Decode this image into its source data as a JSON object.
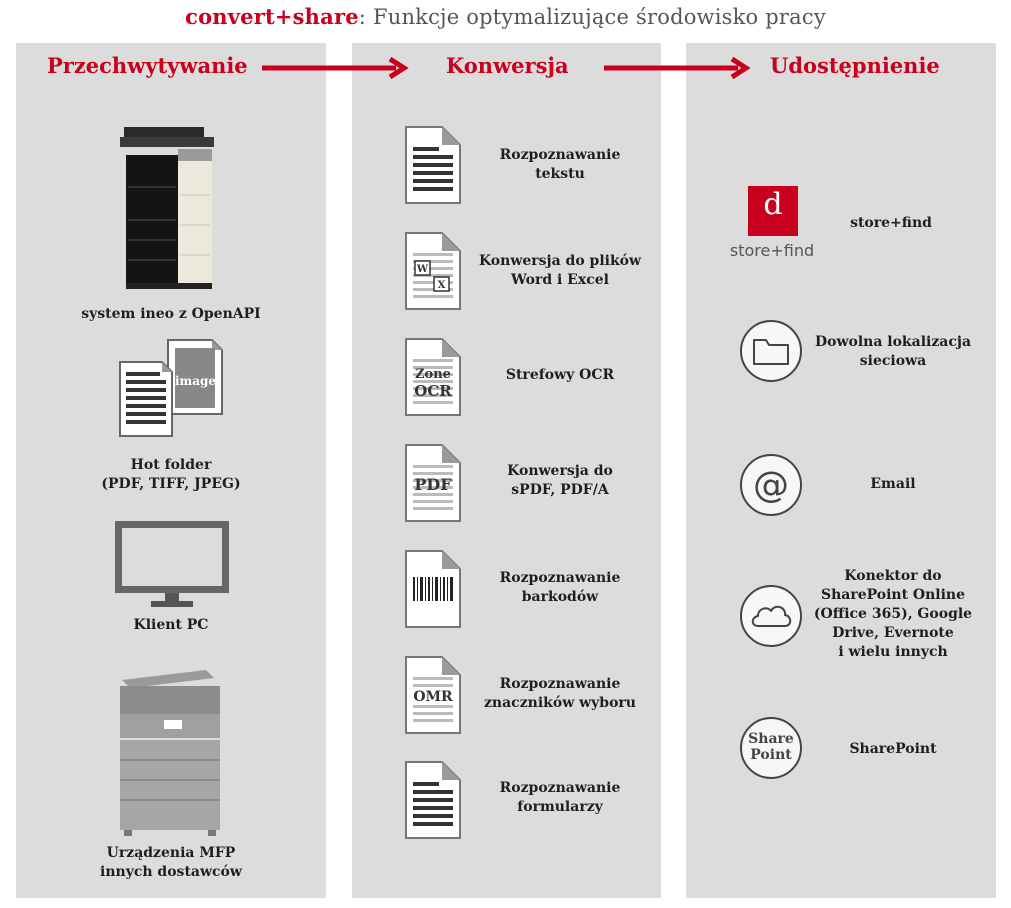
{
  "title": {
    "brand": "convert+share",
    "sep": ":",
    "rest": " Funkcje optymalizujące środowisko pracy"
  },
  "columns": {
    "capture": {
      "header": "Przechwytywanie"
    },
    "convert": {
      "header": "Konwersja"
    },
    "share": {
      "header": "Udostępnienie"
    }
  },
  "capture_items": {
    "ineo": "system ineo z OpenAPI",
    "hotfolder_l1": "Hot folder",
    "hotfolder_l2": "(PDF, TIFF, JPEG)",
    "image_word": "image",
    "pc": "Klient PC",
    "mfp_l1": "Urządzenia MFP",
    "mfp_l2": "innych dostawców"
  },
  "convert_items": {
    "ocr_l1": "Rozpoznawanie",
    "ocr_l2": "tekstu",
    "word_l1": "Konwersja do plików",
    "word_l2": "Word i Excel",
    "zone": "Strefowy OCR",
    "zone_w1": "Zone",
    "zone_w2": "OCR",
    "pdf_l1": "Konwersja do",
    "pdf_l2": "sPDF, PDF/A",
    "pdf_w": "PDF",
    "bar_l1": "Rozpoznawanie",
    "bar_l2": "barkodów",
    "omr_l1": "Rozpoznawanie",
    "omr_l2": "znaczników wyboru",
    "omr_w": "OMR",
    "form_l1": "Rozpoznawanie",
    "form_l2": "formularzy"
  },
  "share_items": {
    "logo_letter": "d",
    "logo_text": "store+find",
    "storefind": "store+find",
    "network_l1": "Dowolna lokalizacja",
    "network_l2": "sieciowa",
    "email": "Email",
    "connector": [
      "Konektor do",
      "SharePoint Online",
      "(Office 365), Google",
      "Drive, Evernote",
      "i wielu innych"
    ],
    "sp_w1": "Share",
    "sp_w2": "Point",
    "sharepoint": "SharePoint"
  },
  "colors": {
    "accent": "#c8001e",
    "panel": "#dcdcdc",
    "icon": "#444444"
  }
}
